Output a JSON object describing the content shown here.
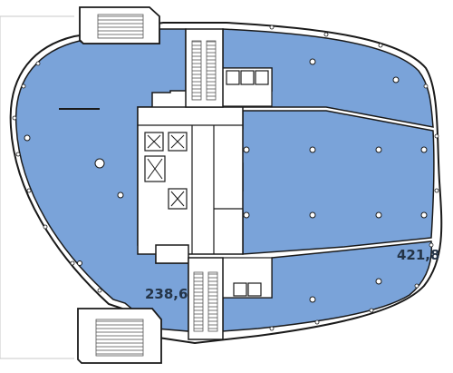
{
  "floor_plan": {
    "zones": [
      {
        "id": "west-office-area",
        "area_label": "238,6"
      },
      {
        "id": "east-office-area",
        "area_label": "421,8"
      }
    ]
  },
  "colors": {
    "office_fill": "#7aa3d9",
    "wall": "#1a1a1a",
    "core_fill": "#ffffff",
    "hatch": "#666666",
    "label": "#243447"
  }
}
